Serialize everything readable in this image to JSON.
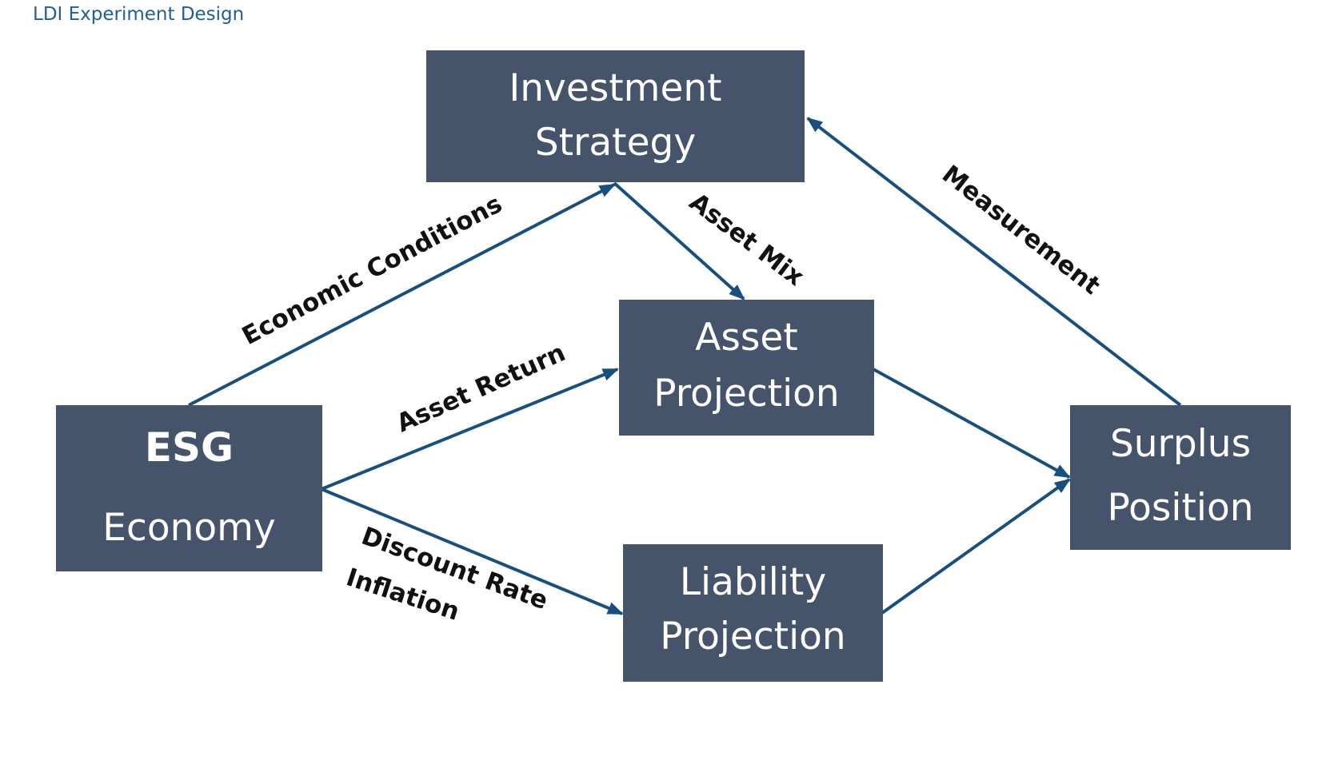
{
  "title": "LDI Experiment Design",
  "colors": {
    "node_fill": "#45546b",
    "node_text": "#ffffff",
    "edge": "#17507f",
    "title": "#1f5f91",
    "label": "#111111"
  },
  "nodes": {
    "investment_strategy": {
      "line1": "Investment",
      "line2": "Strategy"
    },
    "esg_economy": {
      "line1": "ESG",
      "line2": "Economy"
    },
    "asset_projection": {
      "line1": "Asset",
      "line2": "Projection"
    },
    "liability_projection": {
      "line1": "Liability",
      "line2": "Projection"
    },
    "surplus_position": {
      "line1": "Surplus",
      "line2": "Position"
    }
  },
  "edges": {
    "economic_conditions": "Economic Conditions",
    "asset_mix": "Asset Mix",
    "measurement": "Measurement",
    "asset_return": "Asset Return",
    "discount_rate": "Discount Rate",
    "inflation": "Inflation"
  }
}
